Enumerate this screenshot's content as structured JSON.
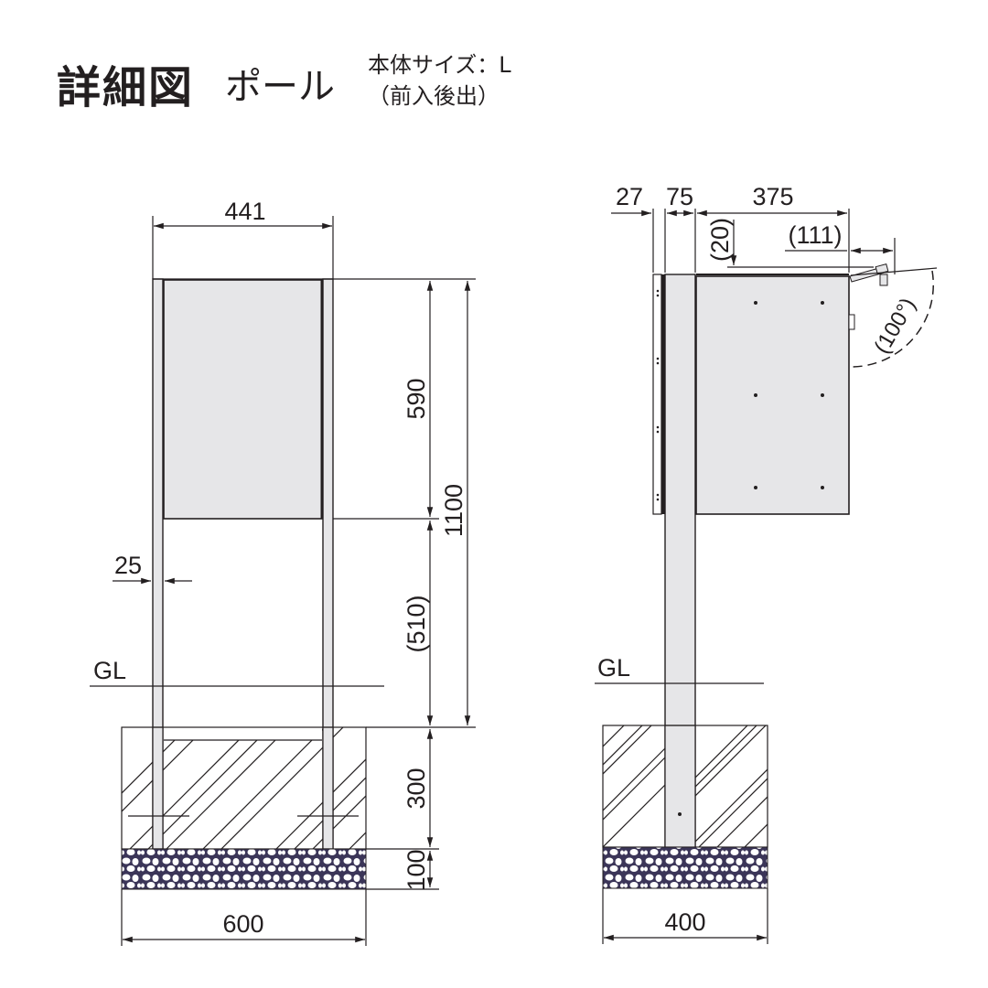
{
  "title": {
    "main": "詳細図",
    "sub": "ポール",
    "note_line1": "本体サイズ：L",
    "note_line2": "（前入後出）"
  },
  "front_view": {
    "width_top": "441",
    "body_height": "590",
    "total_height": "1100",
    "post_clear_height": "(510)",
    "post_width": "25",
    "ground_label": "GL",
    "foundation_depth": "300",
    "gravel_depth": "100",
    "foundation_width": "600"
  },
  "side_view": {
    "back_plate": "27",
    "pole_depth": "75",
    "body_depth": "375",
    "lid_offset": "(20)",
    "lid_projection": "(111)",
    "lid_angle": "(100°)",
    "ground_label": "GL",
    "foundation_width": "400"
  },
  "colors": {
    "line": "#231f20",
    "fill": "#e6e6e8",
    "gravel": "#2e2a4a"
  }
}
